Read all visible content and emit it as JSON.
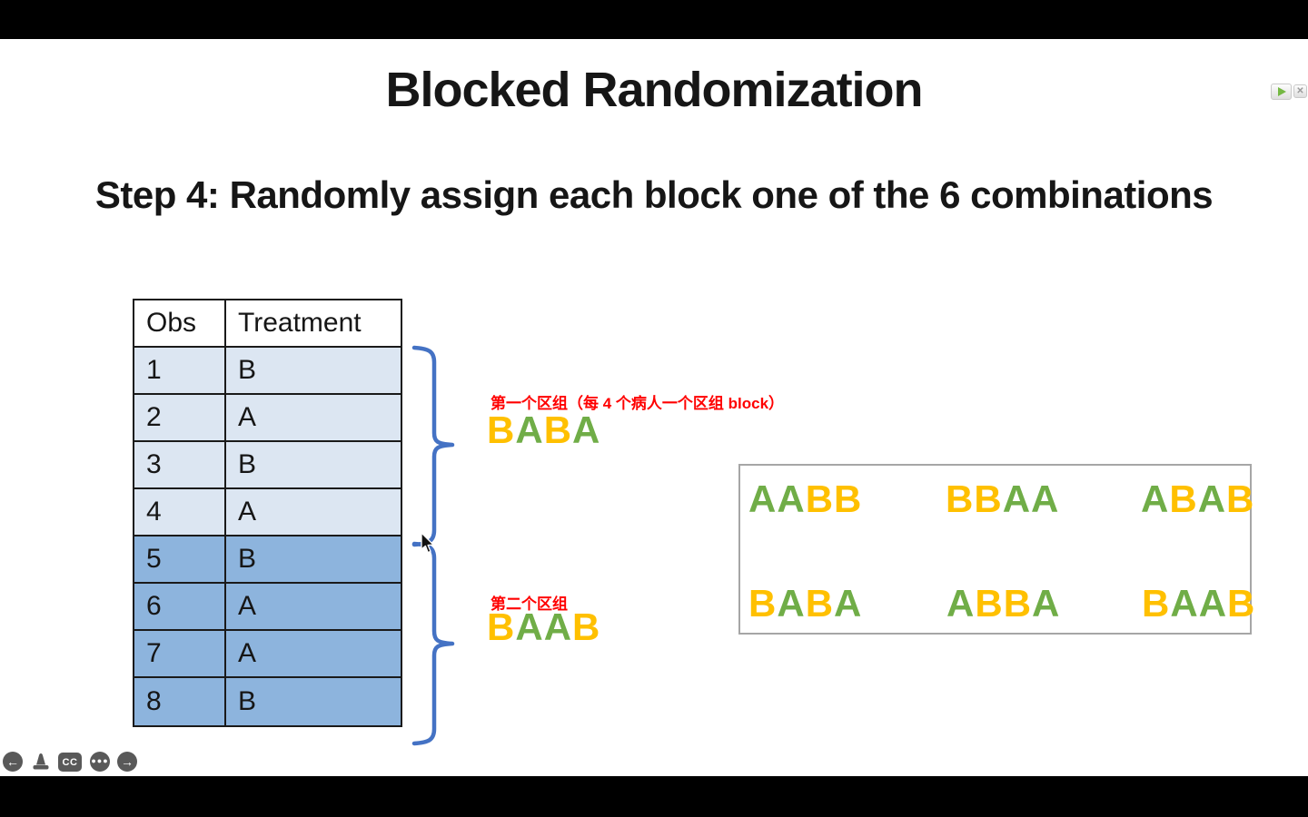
{
  "title": "Blocked Randomization",
  "subtitle": "Step 4: Randomly assign each block one of the 6 combinations",
  "table": {
    "headers": [
      "Obs",
      "Treatment"
    ],
    "rows": [
      {
        "obs": "1",
        "treatment": "B"
      },
      {
        "obs": "2",
        "treatment": "A"
      },
      {
        "obs": "3",
        "treatment": "B"
      },
      {
        "obs": "4",
        "treatment": "A"
      },
      {
        "obs": "5",
        "treatment": "B"
      },
      {
        "obs": "6",
        "treatment": "A"
      },
      {
        "obs": "7",
        "treatment": "A"
      },
      {
        "obs": "8",
        "treatment": "B"
      }
    ]
  },
  "blocks": {
    "block1_label": "第一个区组（每 4 个病人一个区组 block）",
    "block1_combo": "BABA",
    "block2_label": "第二个区组",
    "block2_combo": "BAAB"
  },
  "combinations": [
    "AABB",
    "BBAA",
    "ABAB",
    "BABA",
    "ABBA",
    "BAAB"
  ],
  "letter_colors": {
    "A": "#70AD47",
    "B": "#FFC000"
  },
  "colors": {
    "annotation-red": "#FF0000",
    "brace-blue": "#4472C4",
    "row-light": "#DCE6F2",
    "row-dark": "#8DB4DD",
    "icon-gray": "#595959",
    "table-border": "#1A1A1A",
    "box-border": "#A6A6A6"
  },
  "player": {
    "cc_label": "CC"
  }
}
